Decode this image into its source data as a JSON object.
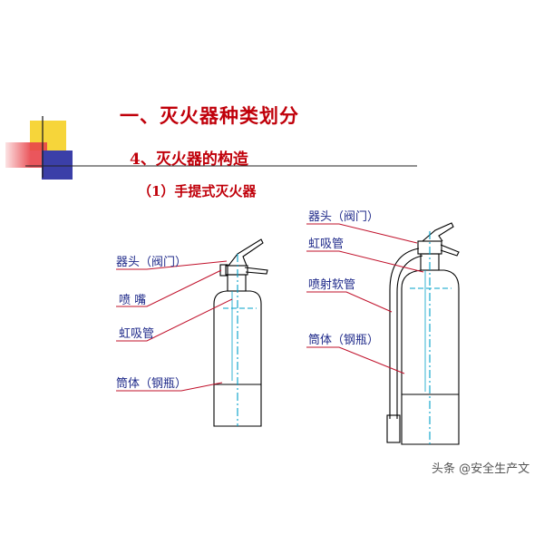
{
  "headings": {
    "main": "一、灭火器种类划分",
    "section": "4、灭火器的构造",
    "subsection": "（1）手提式灭火器"
  },
  "left_extinguisher": {
    "labels": [
      "器头（阀门）",
      "喷 嘴",
      "虹吸管",
      "筒体（钢瓶）"
    ]
  },
  "right_extinguisher": {
    "labels": [
      "器头（阀门）",
      "虹吸管",
      "喷射软管",
      "筒体（钢瓶）"
    ]
  },
  "watermark": "头条 @安全生产文",
  "colors": {
    "title": "#c0000a",
    "label": "#1f2a8a",
    "leader_line": "#c0102a",
    "outline": "#000000",
    "axis": "#00a0c8",
    "deco_yellow": "#f6d53a",
    "deco_red": "#e8434a",
    "deco_blue": "#3b3fa8"
  }
}
